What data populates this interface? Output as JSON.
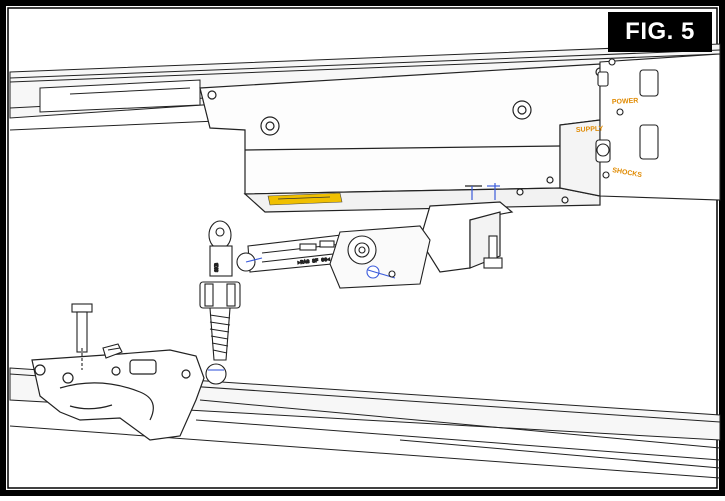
{
  "figure": {
    "label": "FIG. 5"
  },
  "callouts": {
    "power": "POWER",
    "supply": "SUPPLY",
    "shocks": "SHOCKS"
  },
  "colors": {
    "frame": "#000000",
    "label_bg": "#000000",
    "label_text": "#ffffff",
    "callout_text": "#e08a00",
    "accent_blue": "#3b5bdb",
    "decal": "#f0c000"
  }
}
